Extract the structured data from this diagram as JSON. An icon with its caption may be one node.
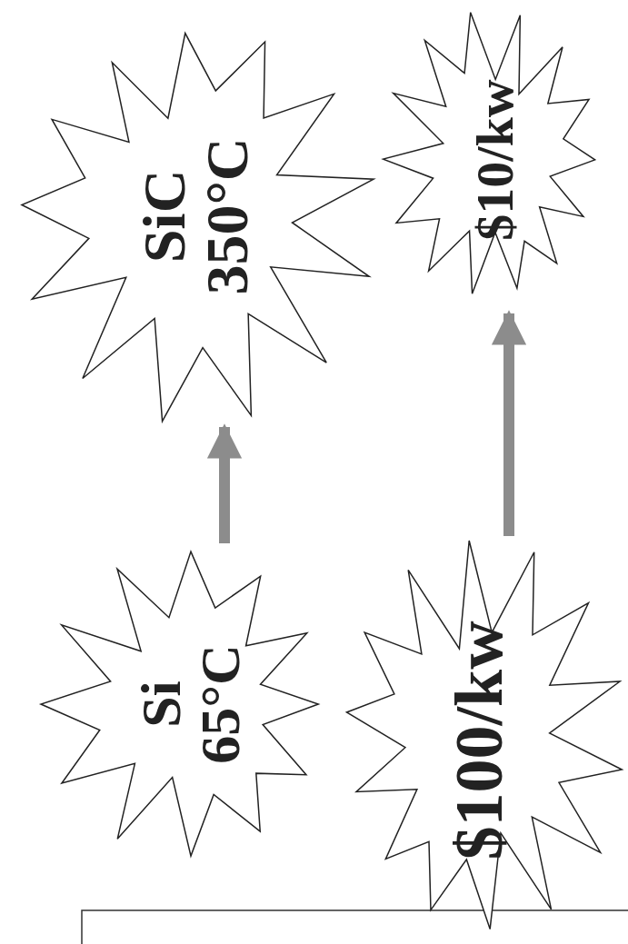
{
  "diagram": {
    "nodes": [
      {
        "text": [
          "Si 65°C"
        ]
      },
      {
        "text": [
          "SiC 350°C"
        ]
      },
      {
        "text": [
          "$100/kw"
        ]
      },
      {
        "text": [
          "$10/kw"
        ]
      }
    ],
    "edges": [
      {
        "from": 0,
        "to": 1,
        "arrow": "to"
      },
      {
        "from": 2,
        "to": 3,
        "arrow": "to"
      }
    ]
  }
}
